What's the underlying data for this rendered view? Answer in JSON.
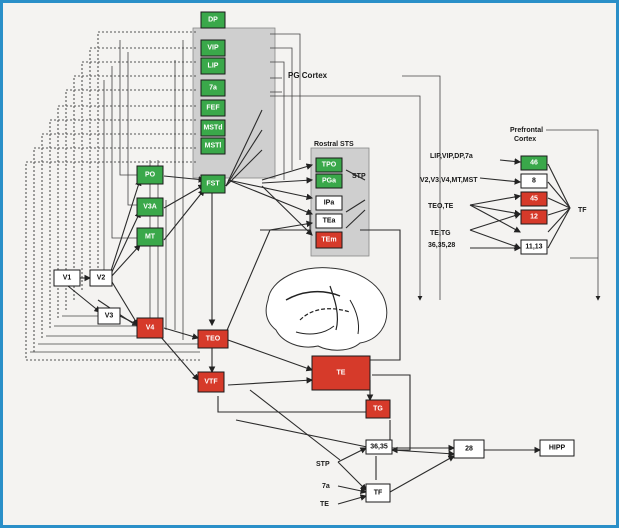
{
  "colors": {
    "green": "#3aa84a",
    "red": "#d63a2a",
    "white": "#ffffff",
    "grey_region": "#cfcfcf",
    "frame": "#2a8fc8",
    "text_light": "#ffffff",
    "text_dark": "#111111"
  },
  "labels": {
    "pg_cortex": "PG Cortex",
    "rostral_sts": "Rostral STS",
    "stp": "STP",
    "prefrontal_line1": "Prefrontal",
    "prefrontal_line2": "Cortex",
    "in_lip": "LIP,VIP,DP,7a",
    "in_v2": "V2,V3,V4,MT,MST",
    "in_teo": "TEO,TE",
    "in_te": "TE,TG",
    "in_36": "36,35,28",
    "tf_right": "TF",
    "stp_bottom": "STP",
    "sevena_bottom": "7a",
    "te_bottom": "TE"
  },
  "nodes": {
    "dp": "DP",
    "vip": "VIP",
    "lip": "LIP",
    "7a": "7a",
    "fef": "FEF",
    "mst1": "MSTd",
    "mst2": "MSTl",
    "fst": "FST",
    "po": "PO",
    "v3a": "V3A",
    "mt": "MT",
    "tpo": "TPO",
    "pga": "PGa",
    "ipa": "IPa",
    "tea": "TEa",
    "tem": "TEm",
    "v1": "V1",
    "v2": "V2",
    "v3": "V3",
    "v4": "V4",
    "teo": "TEO",
    "vtf": "VTF",
    "te": "TE",
    "tg": "TG",
    "pf46": "46",
    "pf8": "8",
    "pf45": "45",
    "pf12": "12",
    "pf1113": "11,13",
    "a3635": "36,35",
    "a28": "28",
    "hipp": "HIPP",
    "tf": "TF"
  }
}
